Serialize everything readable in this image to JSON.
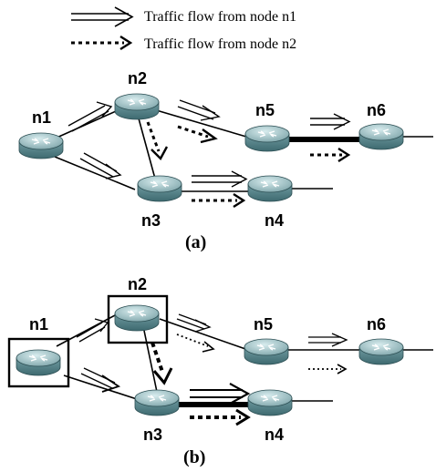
{
  "legend": {
    "flow_n1": "Traffic flow  from node n1",
    "flow_n2": "Traffic flow  from node n2"
  },
  "panel_a": {
    "caption": "(a)",
    "nodes": {
      "n1": "n1",
      "n2": "n2",
      "n3": "n3",
      "n4": "n4",
      "n5": "n5",
      "n6": "n6"
    }
  },
  "panel_b": {
    "caption": "(b)",
    "nodes": {
      "n1": "n1",
      "n2": "n2",
      "n3": "n3",
      "n4": "n4",
      "n5": "n5",
      "n6": "n6"
    },
    "boxed_nodes": [
      "n1",
      "n2"
    ]
  },
  "colors": {
    "router_top": "#9fbfc4",
    "router_side": "#4f7f86",
    "line": "#000000"
  }
}
